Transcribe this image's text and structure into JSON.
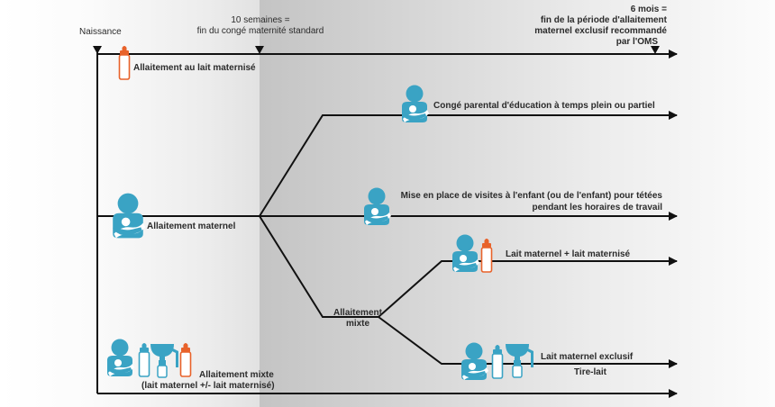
{
  "header": {
    "birth_label": "Naissance",
    "ten_weeks_line1": "10 semaines =",
    "ten_weeks_line2": "fin du congé maternité standard",
    "six_months_line1": "6 mois =",
    "six_months_line2": "fin de la période d'allaitement",
    "six_months_line3": "maternel exclusif recommandé",
    "six_months_line4": "par l'OMS"
  },
  "paths": {
    "formula": "Allaitement au lait maternisé",
    "breastfeeding": "Allaitement maternel",
    "parental_leave": "Congé parental d'éducation à temps plein ou partiel",
    "visits_line1": "Mise en place de visites à l'enfant (ou de l'enfant) pour tétées",
    "visits_line2": "pendant les horaires de travail",
    "mixed_node_line1": "Allaitement",
    "mixed_node_line2": "mixte",
    "breast_plus_formula": "Lait maternel + lait maternisé",
    "exclusive_breast_milk": "Lait maternel exclusif",
    "pump": "Tire-lait",
    "mixed_bottom_line1": "Allaitement mixte",
    "mixed_bottom_line2": "(lait maternel +/- lait maternisé)"
  },
  "colors": {
    "teal": "#3aa3c4",
    "orange": "#e8622a",
    "line": "#111111",
    "text": "#2b2b2b"
  },
  "icons": [
    "nursing-mother-icon",
    "baby-bottle-icon",
    "breast-pump-icon"
  ]
}
